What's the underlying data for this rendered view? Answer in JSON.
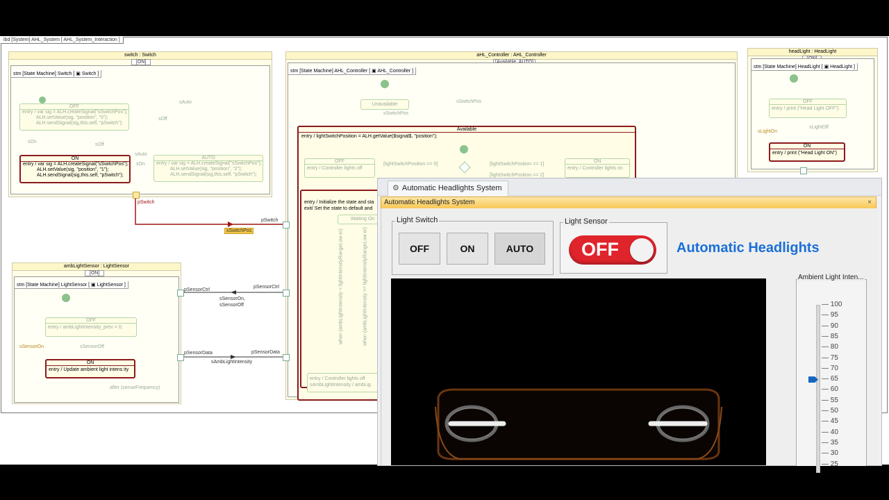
{
  "diagram": {
    "frame_title": "ibd [System] AHL_System [ AHL_System_Interaction ]",
    "switch_block": {
      "title": "switch : Switch",
      "state_badge": "[ON]",
      "stm_label": "stm [State Machine] Switch [",
      "stm_ref": "Switch ]",
      "off": {
        "name": "OFF",
        "entry": [
          "entry / var sig = ALH.createSignal(\"sSwitchPos\");",
          "ALH.setValue(sig, \"position\", \"0\");",
          "ALH.sendSignal(sig,this.self, \"pSwitch\");"
        ]
      },
      "on": {
        "name": "ON",
        "entry": [
          "entry / var sig = ALH.createSignal(\"sSwitchPos\");",
          "ALH.setValue(sig, \"position\", \"1\");",
          "ALH.sendSignal(sig,this.self, \"pSwitch\");"
        ]
      },
      "auto": {
        "name": "AUTO",
        "entry": [
          "entry / var sig = ALH.createSignal(\"sSwitchPos\");",
          "ALH.setValue(sig, \"position\", \"2\");",
          "ALH.sendSignal(sig,this.self, \"pSwitch\");"
        ]
      },
      "labels": {
        "sAuto": "sAuto",
        "sOff": "sOff",
        "sOn": "sOn",
        "sOff2": "sOff",
        "sAuto2": "sAuto",
        "sOn2": "sOn"
      },
      "port": "pSwitch"
    },
    "controller_block": {
      "title": "aHL_Controller : AHL_Controller",
      "state_badge": "[Available, AUTO]",
      "stm_label": "stm [State Machine] AHL_Controller [",
      "stm_ref": "AHL_Controller ]",
      "unavailable": "Unavailable",
      "sSwitchPos": "sSwitchPos",
      "sSwitchPos_self": "sSwitchPos",
      "available": {
        "name": "Available",
        "entry": "entry / lightSwitchPosition = ALH.getValue($signal$, \"position\");"
      },
      "off": {
        "name": "OFF",
        "entry": "entry / Controller lights off"
      },
      "on": {
        "name": "ON",
        "entry": "entry / Controller lights on"
      },
      "guard_left": "[lightSwitchPosition == 0]",
      "guard_right": "[lightSwitchPosition == 1]",
      "guard_bottom": "[lightSwitchPosition == 2]",
      "auto_entry": "entry / Initialize the state and sta",
      "auto_exit": "exit/ Set the state to default and",
      "waiting_on": "Waiting On",
      "when_low": "when (ambLightIntensity < lightIntensityRangeLow er)",
      "when_high": "when (ambLightIntensity >= lightIntensityRangeLow er)",
      "bottom_1": "entry / Controller lights off",
      "bottom_2": "sAmbLightIntensity / ambLig"
    },
    "sensor_block": {
      "title": "ambLightSensor : LightSensor",
      "state_badge": "[ON]",
      "stm_label": "stm [State Machine] LightSensor [",
      "stm_ref": "LightSensor ]",
      "off": {
        "name": "OFF",
        "entry": "entry / ambLightIntensity_prev = 0;"
      },
      "on": {
        "name": "ON",
        "entry": "entry / Update ambient light intens ity"
      },
      "sSensorOn": "sSensorOn",
      "sSensorOff": "sSensorOff",
      "after": "after (senseFrequency)"
    },
    "headlight_block": {
      "title": "headLight : HeadLight",
      "state_badge": "[ON]",
      "stm_label": "stm [State Machine] HeadLight [",
      "stm_ref": "HeadLight ]",
      "off": {
        "name": "OFF",
        "entry": "entry / print (\"Head Light OFF\")"
      },
      "on": {
        "name": "ON",
        "entry": "entry / print (\"Head Light ON\")"
      },
      "sLightOn": "sLightOn",
      "sLightOff": "sLightOff"
    },
    "connectors": {
      "pSwitch_left": "pSwitch",
      "pSwitch_right": "pSwitch",
      "sSwitchPos_tag": "sSwitchPos",
      "pSensorCtrl_left": "pSensorCtrl",
      "pSensorCtrl_right": "pSensorCtrl",
      "sSensorOn_msg": "sSensorOn,",
      "sSensorOff_msg": "sSensorOff",
      "pSensorData_left": "pSensorData",
      "pSensorData_right": "pSensorData",
      "sAmbLight_msg": "sAmbLightIntensity"
    }
  },
  "dialog": {
    "tab_title": "Automatic Headlights System",
    "window_title": "Automatic Headlights System",
    "close_glyph": "×",
    "light_switch_legend": "Light Switch",
    "buttons": [
      "OFF",
      "ON",
      "AUTO"
    ],
    "light_sensor_legend": "Light Sensor",
    "sensor_toggle_text": "OFF",
    "heading": "Automatic Headlights",
    "slider_legend": "Ambient Light Inten...",
    "slider_ticks": [
      "100",
      "95",
      "90",
      "85",
      "80",
      "75",
      "70",
      "65",
      "60",
      "55",
      "50",
      "45",
      "40",
      "35",
      "30",
      "25"
    ],
    "slider_value": 65,
    "colors": {
      "toggle_red": "#e0242c",
      "heading_blue": "#1a6fd8",
      "slider_thumb": "#1565c0"
    }
  }
}
